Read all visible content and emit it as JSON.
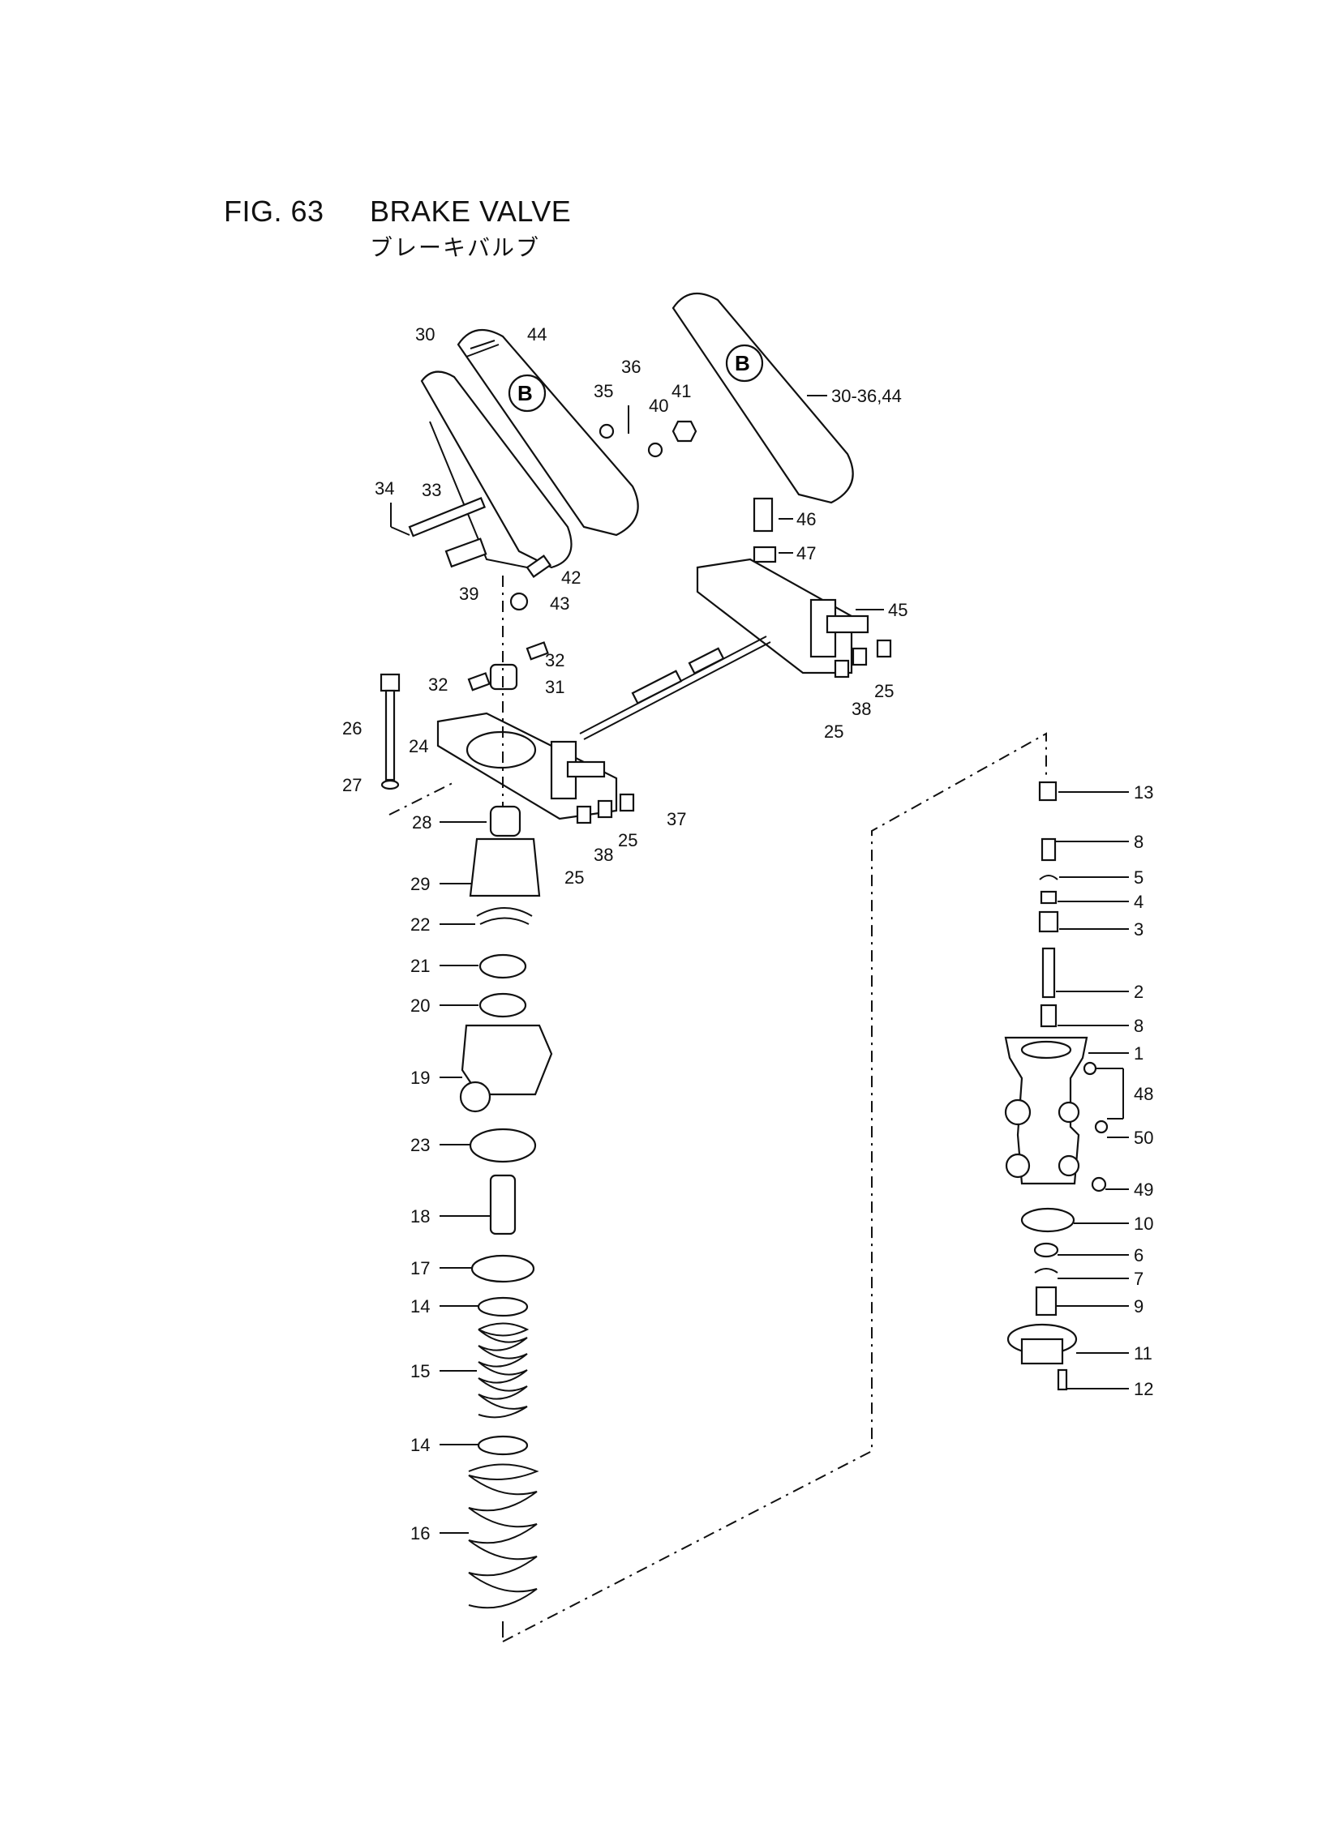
{
  "figure": {
    "number": "FIG. 63",
    "title": "BRAKE VALVE",
    "subtitle": "ブレーキバルブ"
  },
  "callouts": [
    {
      "id": "c30",
      "text": "30"
    },
    {
      "id": "c44",
      "text": "44"
    },
    {
      "id": "c36",
      "text": "36"
    },
    {
      "id": "c35",
      "text": "35"
    },
    {
      "id": "c41",
      "text": "41"
    },
    {
      "id": "c40",
      "text": "40"
    },
    {
      "id": "c30_36_44",
      "text": "30-36,44"
    },
    {
      "id": "c34",
      "text": "34"
    },
    {
      "id": "c33",
      "text": "33"
    },
    {
      "id": "c46",
      "text": "46"
    },
    {
      "id": "c47",
      "text": "47"
    },
    {
      "id": "c42",
      "text": "42"
    },
    {
      "id": "c39",
      "text": "39"
    },
    {
      "id": "c43",
      "text": "43"
    },
    {
      "id": "c45",
      "text": "45"
    },
    {
      "id": "c32a",
      "text": "32"
    },
    {
      "id": "c32b",
      "text": "32"
    },
    {
      "id": "c31",
      "text": "31"
    },
    {
      "id": "c25a",
      "text": "25"
    },
    {
      "id": "c38a",
      "text": "38"
    },
    {
      "id": "c25b",
      "text": "25"
    },
    {
      "id": "c26",
      "text": "26"
    },
    {
      "id": "c24",
      "text": "24"
    },
    {
      "id": "c37",
      "text": "37"
    },
    {
      "id": "c27",
      "text": "27"
    },
    {
      "id": "c28",
      "text": "28"
    },
    {
      "id": "c38b",
      "text": "38"
    },
    {
      "id": "c25c",
      "text": "25"
    },
    {
      "id": "c25d",
      "text": "25"
    },
    {
      "id": "c29",
      "text": "29"
    },
    {
      "id": "c22",
      "text": "22"
    },
    {
      "id": "c21",
      "text": "21"
    },
    {
      "id": "c20",
      "text": "20"
    },
    {
      "id": "c19",
      "text": "19"
    },
    {
      "id": "c23",
      "text": "23"
    },
    {
      "id": "c18",
      "text": "18"
    },
    {
      "id": "c17",
      "text": "17"
    },
    {
      "id": "c14a",
      "text": "14"
    },
    {
      "id": "c15",
      "text": "15"
    },
    {
      "id": "c14b",
      "text": "14"
    },
    {
      "id": "c16",
      "text": "16"
    },
    {
      "id": "c13",
      "text": "13"
    },
    {
      "id": "c8a",
      "text": "8"
    },
    {
      "id": "c5",
      "text": "5"
    },
    {
      "id": "c4",
      "text": "4"
    },
    {
      "id": "c3",
      "text": "3"
    },
    {
      "id": "c2",
      "text": "2"
    },
    {
      "id": "c8b",
      "text": "8"
    },
    {
      "id": "c1",
      "text": "1"
    },
    {
      "id": "c48",
      "text": "48"
    },
    {
      "id": "c50",
      "text": "50"
    },
    {
      "id": "c49",
      "text": "49"
    },
    {
      "id": "c10",
      "text": "10"
    },
    {
      "id": "c6",
      "text": "6"
    },
    {
      "id": "c7",
      "text": "7"
    },
    {
      "id": "c9",
      "text": "9"
    },
    {
      "id": "c11",
      "text": "11"
    },
    {
      "id": "c12",
      "text": "12"
    }
  ]
}
